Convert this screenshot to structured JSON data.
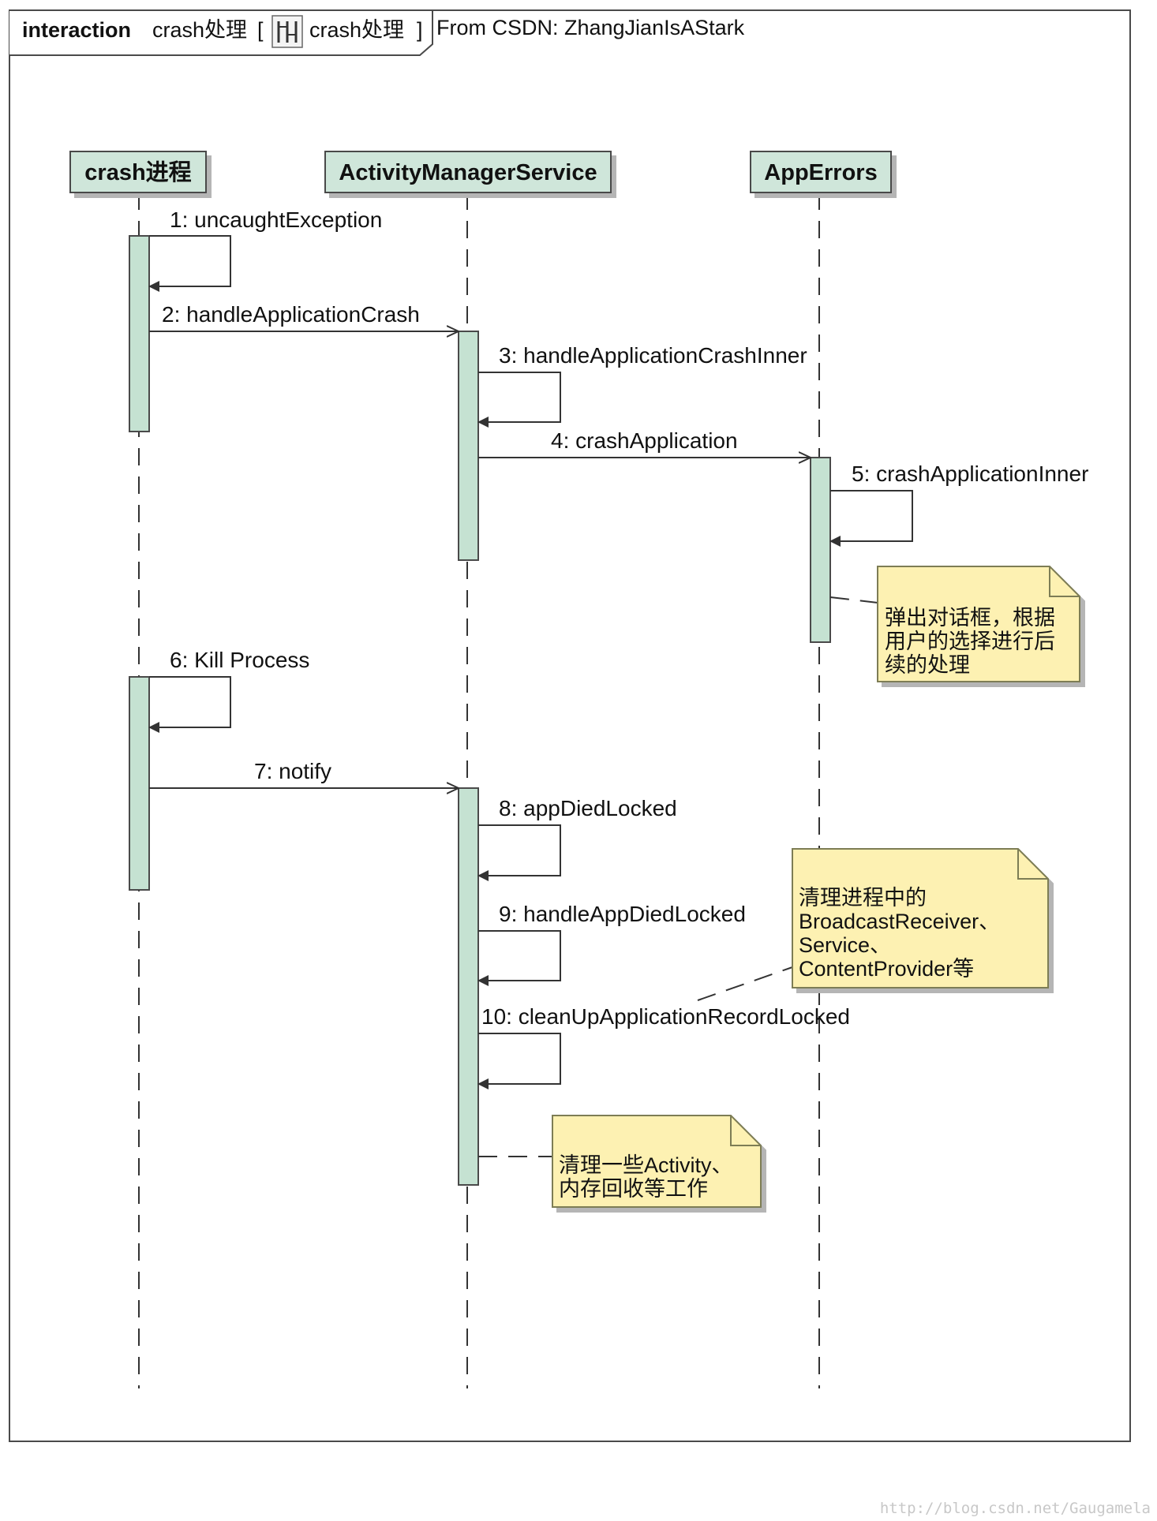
{
  "frame": {
    "keyword": "interaction",
    "name": "crash处理",
    "bracket_open": "[",
    "ref_name": "crash处理",
    "bracket_close": "]",
    "source": "From CSDN: ZhangJianIsAStark"
  },
  "lifelines": [
    {
      "id": "crash",
      "label": "crash进程"
    },
    {
      "id": "ams",
      "label": "ActivityManagerService"
    },
    {
      "id": "apperrors",
      "label": "AppErrors"
    }
  ],
  "messages": [
    {
      "label": "1: uncaughtException"
    },
    {
      "label": "2: handleApplicationCrash"
    },
    {
      "label": "3: handleApplicationCrashInner"
    },
    {
      "label": "4: crashApplication"
    },
    {
      "label": "5: crashApplicationInner"
    },
    {
      "label": "6: Kill Process"
    },
    {
      "label": "7: notify"
    },
    {
      "label": "8: appDiedLocked"
    },
    {
      "label": "9: handleAppDiedLocked"
    },
    {
      "label": "10: cleanUpApplicationRecordLocked"
    }
  ],
  "notes": [
    {
      "lines": [
        "弹出对话框，根据",
        "用户的选择进行后",
        "续的处理"
      ]
    },
    {
      "lines": [
        "清理进程中的",
        "BroadcastReceiver、",
        "Service、",
        "ContentProvider等"
      ]
    },
    {
      "lines": [
        "清理一些Activity、",
        "内存回收等工作"
      ]
    }
  ],
  "watermark": "http://blog.csdn.net/Gaugamela",
  "colors": {
    "lifeline_head": "#cfe6da",
    "activation": "#c5e2d2",
    "note": "#fdf1b2",
    "border": "#4a4a4a"
  }
}
